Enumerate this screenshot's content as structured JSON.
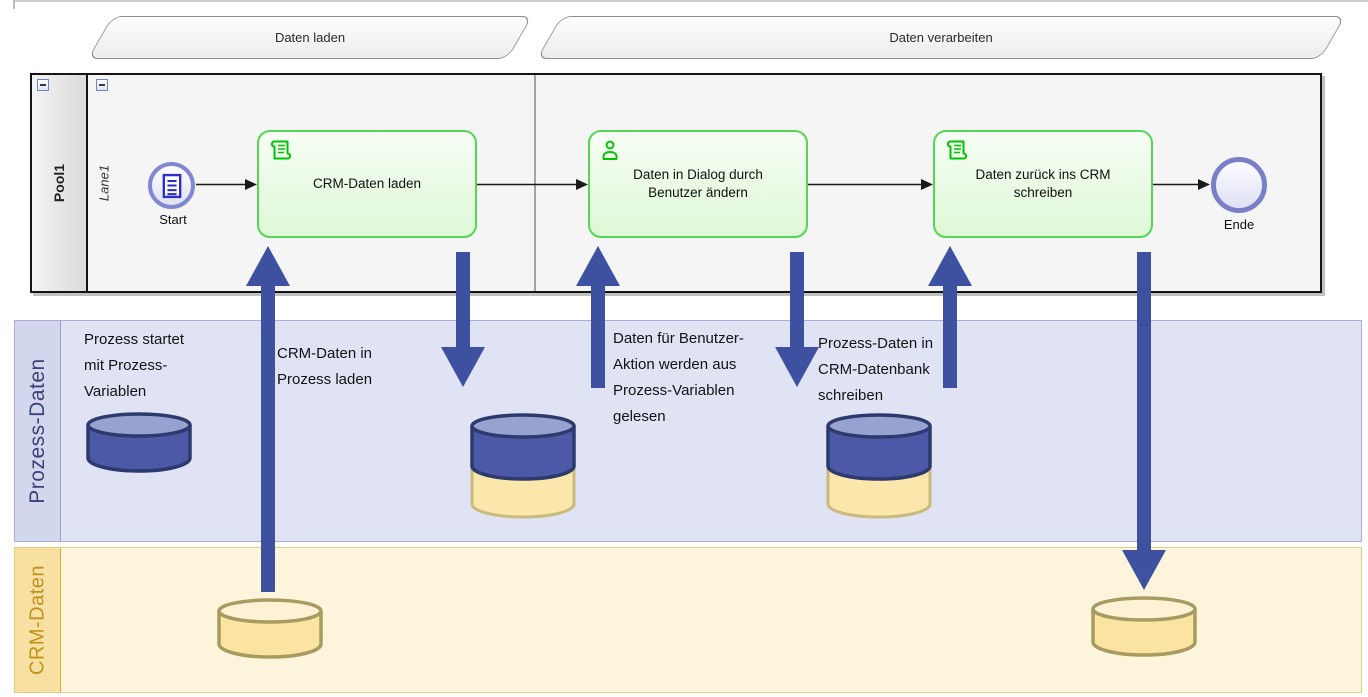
{
  "milestones": [
    {
      "label": "Daten laden"
    },
    {
      "label": "Daten verarbeiten"
    }
  ],
  "pool": {
    "name": "Pool1",
    "lane_name": "Lane1",
    "start_label": "Start",
    "end_label": "Ende",
    "tasks": [
      {
        "label": "CRM-Daten laden",
        "icon": "script-task"
      },
      {
        "label": "Daten in Dialog durch Benutzer ändern",
        "icon": "user-task"
      },
      {
        "label": "Daten zurück ins CRM schreiben",
        "icon": "script-task"
      }
    ]
  },
  "process_band": {
    "label": "Prozess-Daten",
    "annotations": [
      {
        "text": "Prozess startet\nmit Prozess-\nVariablen"
      },
      {
        "text": "CRM-Daten in\nProzess laden"
      },
      {
        "text": "Daten für Benutzer-\nAktion werden aus\nProzess-Variablen\ngelesen"
      },
      {
        "text": "Prozess-Daten in\nCRM-Datenbank\nschreiben"
      }
    ]
  },
  "crm_band": {
    "label": "CRM-Daten"
  },
  "colors": {
    "data_arrow": "#3e50a0",
    "sequence_flow": "#1a1a1a",
    "task_border": "#55d455",
    "task_icon_green": "#00c400",
    "event_border": "#7f84cc",
    "process_band_bg": "#dfe3f3",
    "process_band_label": "#3a4377",
    "crm_band_bg": "#fcf5dc",
    "crm_band_label": "#c0921b",
    "blue_datastore": "#4c59a6",
    "yellow_datastore": "#fbe4a4"
  }
}
